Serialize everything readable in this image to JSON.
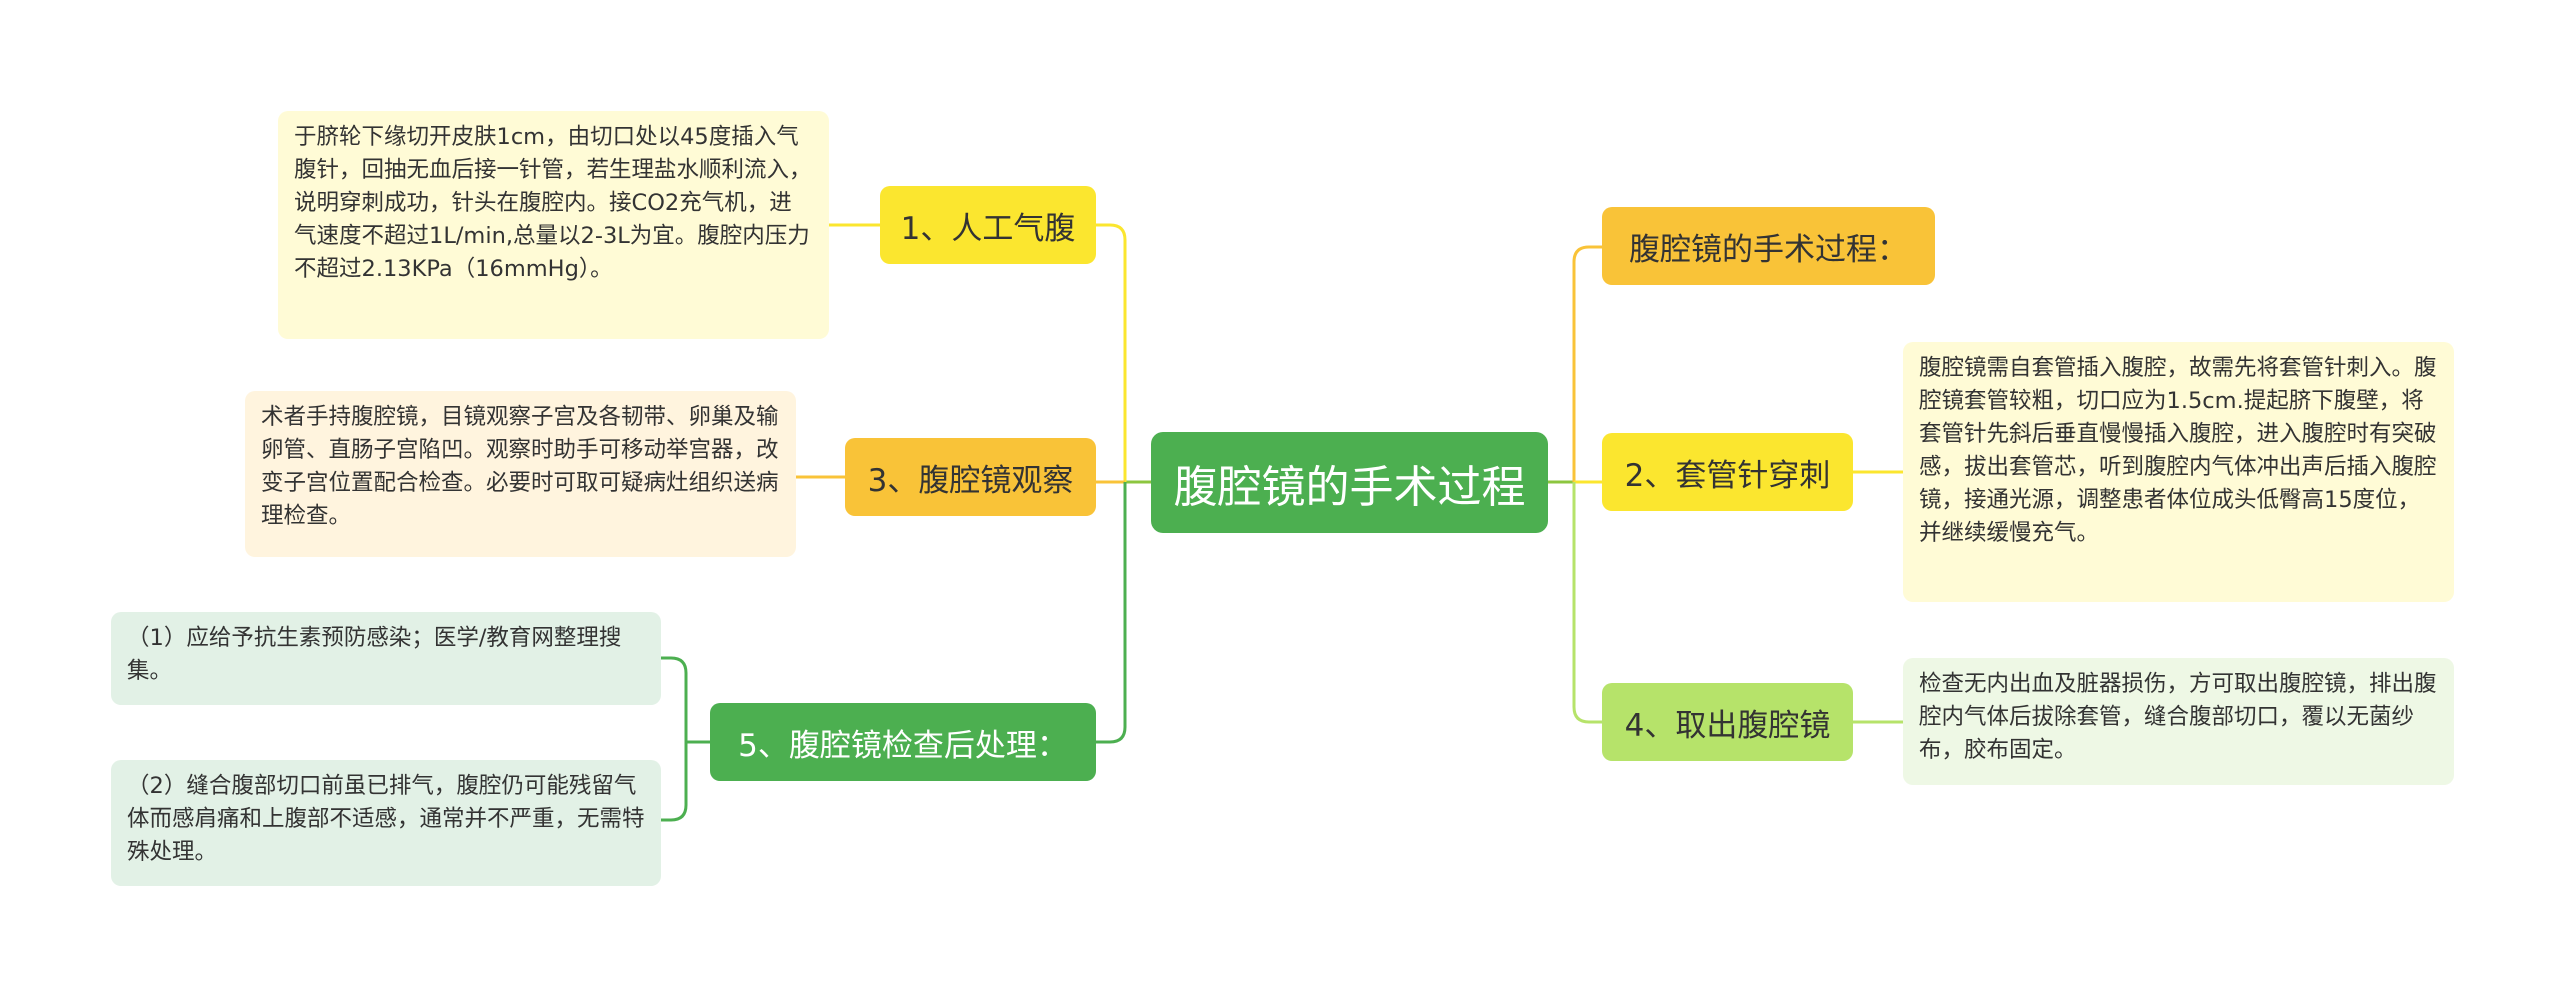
{
  "root": {
    "title": "腹腔镜的手术过程"
  },
  "left": {
    "b1": {
      "label": "1、人工气腹",
      "note": "于脐轮下缘切开皮肤1cm，由切口处以45度插入气腹针，回抽无血后接一针管，若生理盐水顺利流入，说明穿刺成功，针头在腹腔内。接CO2充气机，进气速度不超过1L/min,总量以2-3L为宜。腹腔内压力不超过2.13KPa（16mmHg）。"
    },
    "b3": {
      "label": "3、腹腔镜观察",
      "note": "术者手持腹腔镜，目镜观察子宫及各韧带、卵巢及输卵管、直肠子宫陷凹。观察时助手可移动举宫器，改变子宫位置配合检查。必要时可取可疑病灶组织送病理检查。"
    },
    "b5": {
      "label": "5、腹腔镜检查后处理：",
      "notes": [
        "（1）应给予抗生素预防感染；医学/教育网整理搜集。",
        "（2）缝合腹部切口前虽已排气，腹腔仍可能残留气体而感肩痛和上腹部不适感，通常并不严重，无需特殊处理。"
      ]
    }
  },
  "right": {
    "b0": {
      "label": "腹腔镜的手术过程："
    },
    "b2": {
      "label": "2、套管针穿刺",
      "note": "腹腔镜需自套管插入腹腔，故需先将套管针刺入。腹腔镜套管较粗，切口应为1.5cm.提起脐下腹壁，将套管针先斜后垂直慢慢插入腹腔，进入腹腔时有突破感，拔出套管芯，听到腹腔内气体冲出声后插入腹腔镜，接通光源，调整患者体位成头低臀高15度位，并继续缓慢充气。"
    },
    "b4": {
      "label": "4、取出腹腔镜",
      "note": "检查无内出血及脏器损伤，方可取出腹腔镜，排出腹腔内气体后拔除套管，缝合腹部切口，覆以无菌纱布，胶布固定。"
    }
  },
  "colors": {
    "root": "#4caf50",
    "branch_yellow": "#fbe62f",
    "branch_orange": "#f9c338",
    "branch_green": "#4caf50",
    "branch_lightgreen": "#b6e36a"
  }
}
